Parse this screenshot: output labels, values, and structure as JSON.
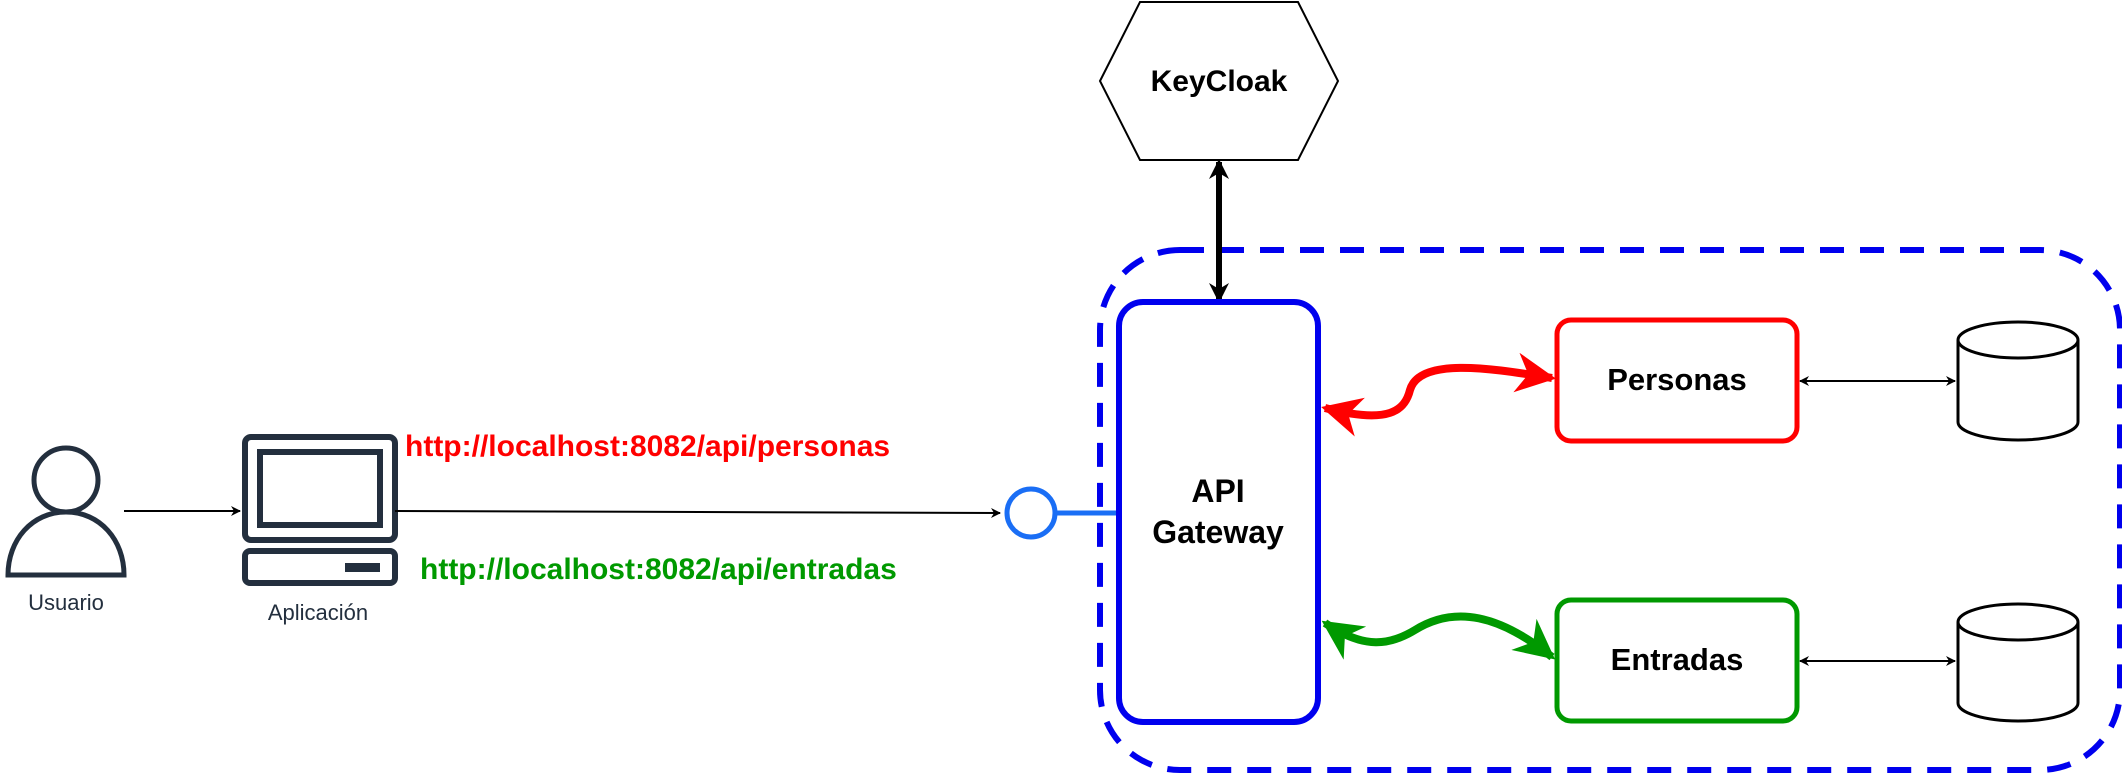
{
  "nodes": {
    "user": {
      "label": "Usuario"
    },
    "app": {
      "label": "Aplicación"
    },
    "keycloak": {
      "label": "KeyCloak"
    },
    "gateway": {
      "line1": "API",
      "line2": "Gateway"
    },
    "personas": {
      "label": "Personas"
    },
    "entradas": {
      "label": "Entradas"
    }
  },
  "routes": {
    "personas_url": "http://localhost:8082/api/personas",
    "entradas_url": "http://localhost:8082/api/entradas"
  },
  "colors": {
    "gateway": "#0000ee",
    "personas": "#ff0000",
    "entradas": "#009900",
    "endpoint": "#1a6ef5",
    "icon": "#232f3e",
    "line": "#000000"
  }
}
